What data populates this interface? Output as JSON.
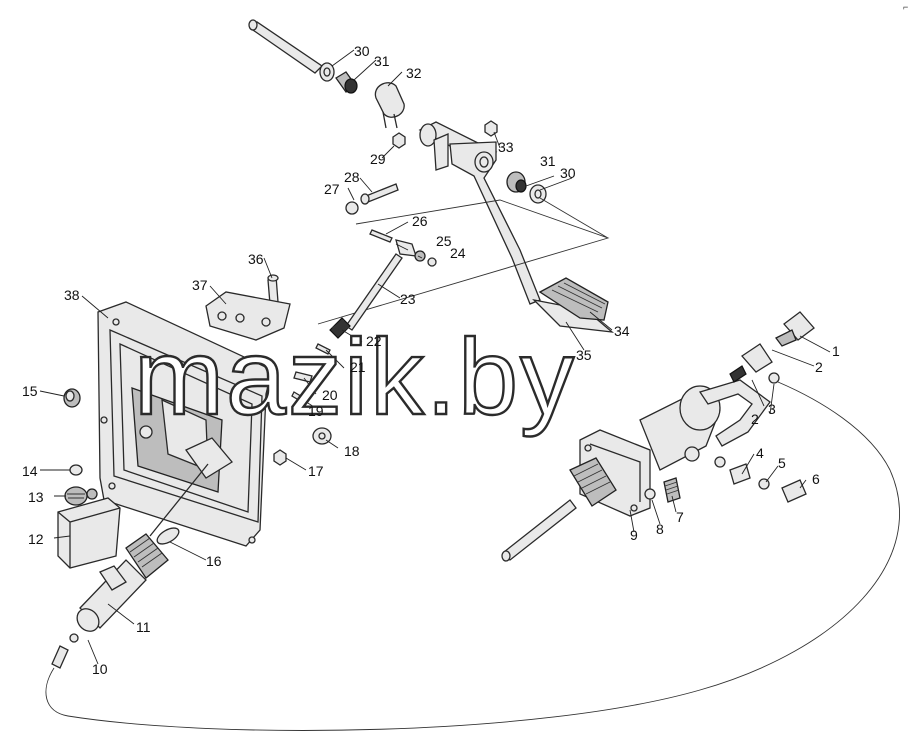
{
  "watermark": "mazik.by",
  "corner_mark": "⌐",
  "callouts": [
    "1",
    "2",
    "2",
    "3",
    "4",
    "5",
    "6",
    "7",
    "8",
    "9",
    "10",
    "11",
    "12",
    "13",
    "14",
    "15",
    "16",
    "17",
    "18",
    "19",
    "20",
    "21",
    "22",
    "23",
    "24",
    "25",
    "26",
    "27",
    "28",
    "29",
    "30",
    "30",
    "31",
    "31",
    "32",
    "33",
    "34",
    "35",
    "36",
    "37",
    "38"
  ]
}
